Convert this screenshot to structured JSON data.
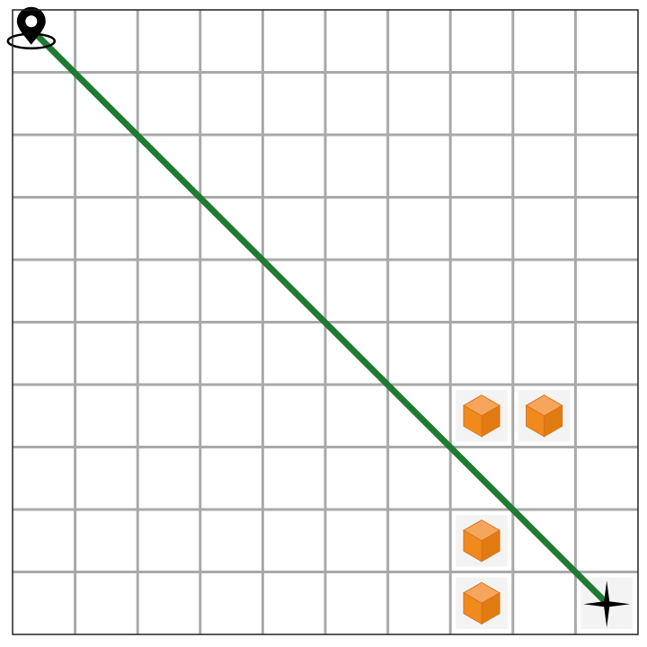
{
  "board": {
    "rows": 10,
    "cols": 10,
    "colors": {
      "grid_line": "#a9a9a9",
      "border": "#222222",
      "background": "#ffffff",
      "path": "#1f7a34",
      "tile": "#f3f3f3",
      "block_top": "#f6a55c",
      "block_left": "#f08a1c",
      "block_right": "#e07b12",
      "block_edge": "#d9731a",
      "marker": "#000000"
    },
    "start": {
      "row": 0,
      "col": 0,
      "icon": "location-pin-icon"
    },
    "goal": {
      "row": 9,
      "col": 9,
      "icon": "four-point-star-icon"
    },
    "obstacles": [
      {
        "row": 6,
        "col": 7,
        "icon": "orange-cube-icon"
      },
      {
        "row": 6,
        "col": 8,
        "icon": "orange-cube-icon"
      },
      {
        "row": 8,
        "col": 7,
        "icon": "orange-cube-icon"
      },
      {
        "row": 9,
        "col": 7,
        "icon": "orange-cube-icon"
      }
    ],
    "path": {
      "from": {
        "row": 0,
        "col": 0
      },
      "to": {
        "row": 9,
        "col": 9
      }
    }
  }
}
